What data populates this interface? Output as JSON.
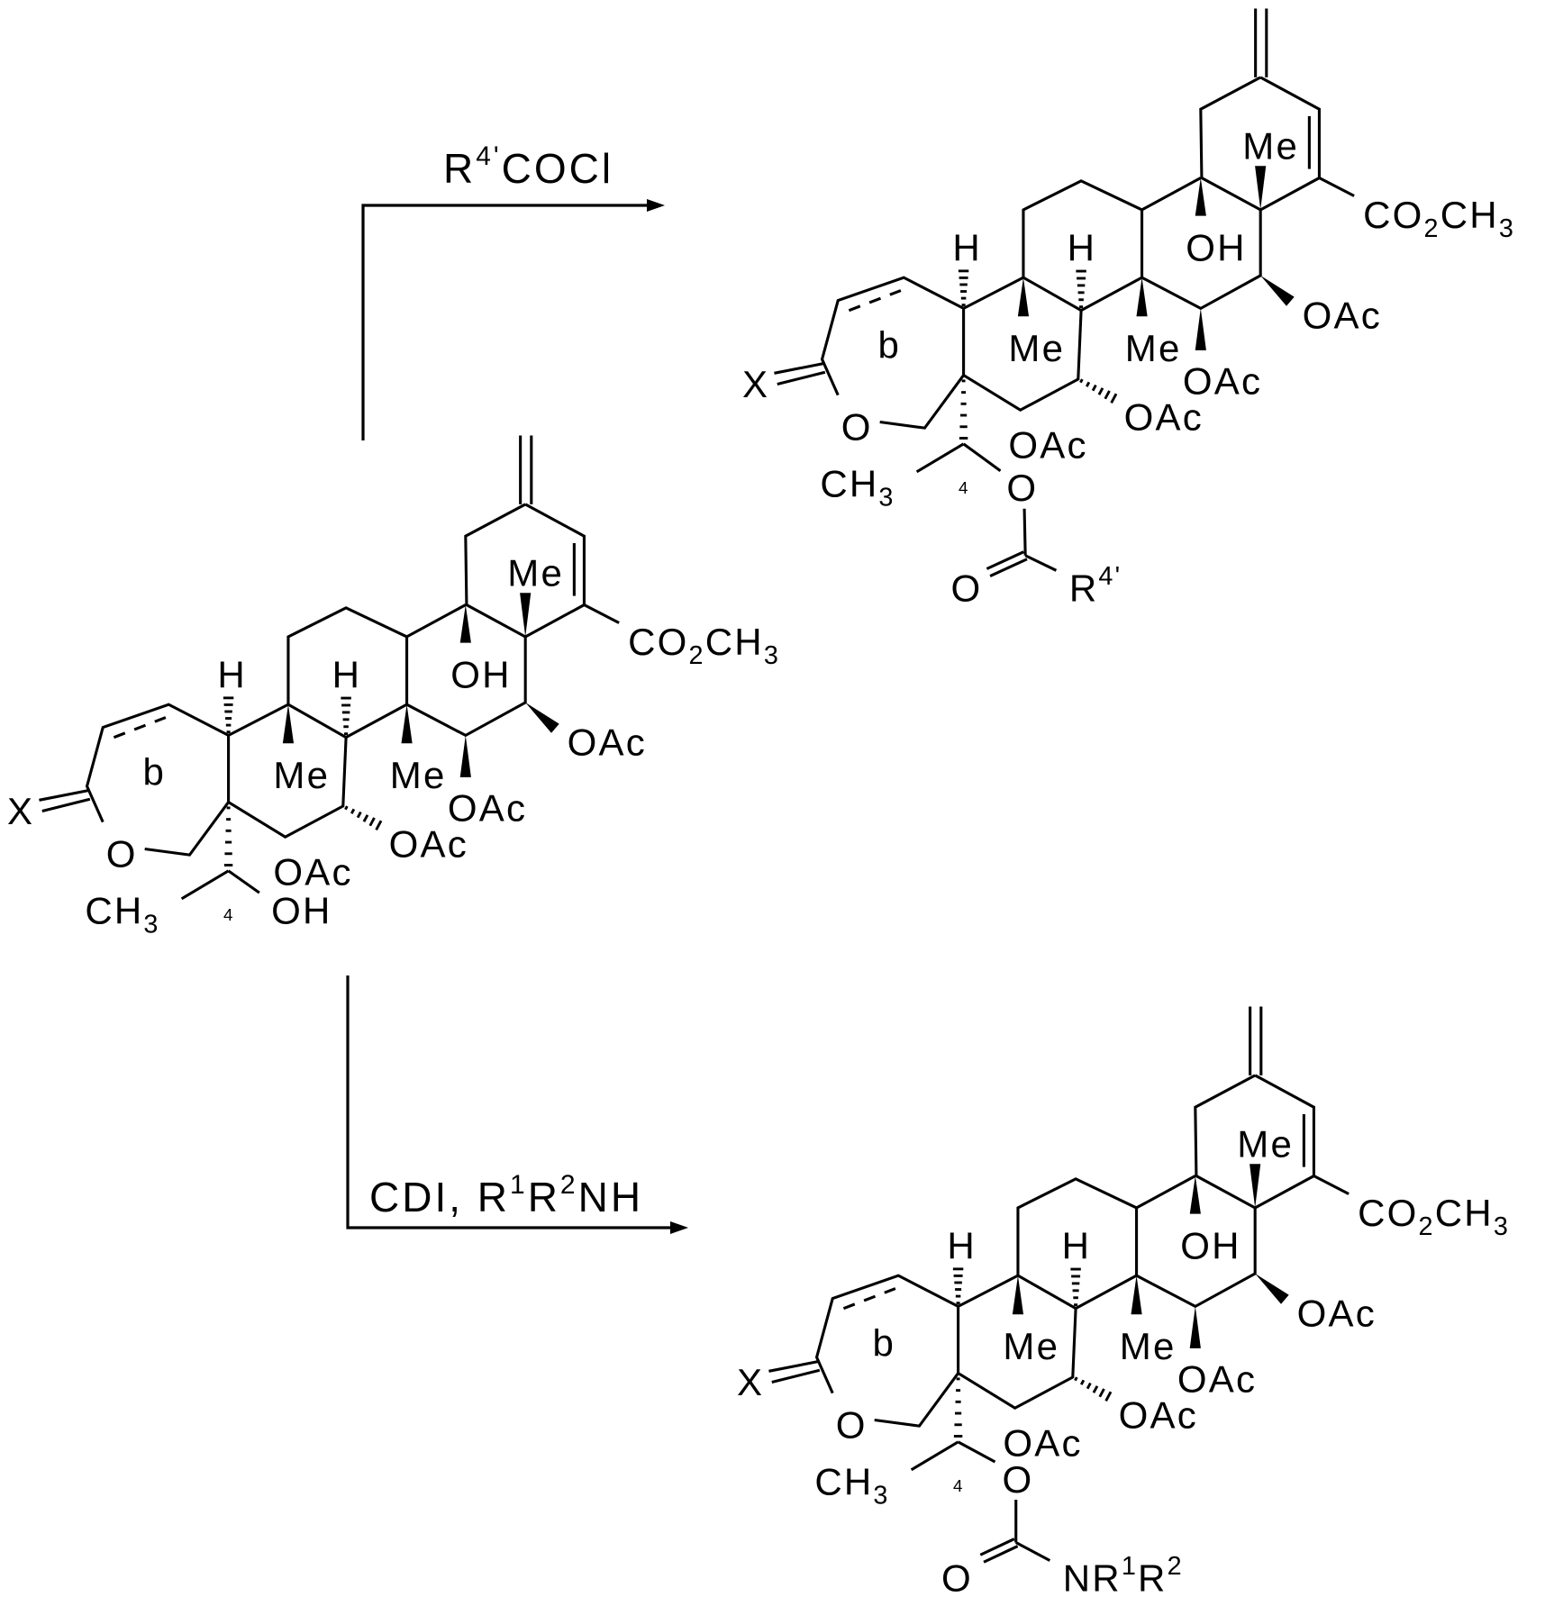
{
  "colors": {
    "ink": "#000000",
    "background": "#ffffff"
  },
  "reagents": {
    "acylation": {
      "r": "R",
      "r_sup": "4'",
      "rest": "COCl"
    },
    "carbamoylation": {
      "text1": "CDI, R",
      "sup1": "1",
      "text2": "R",
      "sup2": "2",
      "text3": "NH"
    }
  },
  "starting_material": {
    "labels": {
      "h_a": "H",
      "h_b": "H",
      "me_b": "Me",
      "me_c": "Me",
      "me_top": "Me",
      "oh": "OH",
      "oac": [
        "OAc",
        "OAc",
        "OAc",
        "OAc"
      ],
      "ester_co": "CO",
      "ester_sub2": "2",
      "ester_ch": "CH",
      "ester_sub3": "3",
      "x": "X",
      "ring_o": "O",
      "ring_b": "b",
      "methyl": "CH",
      "methyl_sub": "3",
      "position": "4"
    },
    "c4_group": {
      "oh": "OH"
    }
  },
  "product_ester": {
    "labels": {
      "h_a": "H",
      "h_b": "H",
      "me_b": "Me",
      "me_c": "Me",
      "me_top": "Me",
      "oh": "OH",
      "oac": [
        "OAc",
        "OAc",
        "OAc",
        "OAc"
      ],
      "ester_co": "CO",
      "ester_sub2": "2",
      "ester_ch": "CH",
      "ester_sub3": "3",
      "x": "X",
      "ring_o": "O",
      "ring_b": "b",
      "methyl": "CH",
      "methyl_sub": "3",
      "position": "4"
    },
    "c4_group": {
      "o": "O",
      "carbonyl_o": "O",
      "r": "R",
      "r_sup": "4'"
    }
  },
  "product_carbamate": {
    "labels": {
      "h_a": "H",
      "h_b": "H",
      "me_b": "Me",
      "me_c": "Me",
      "me_top": "Me",
      "oh": "OH",
      "oac": [
        "OAc",
        "OAc",
        "OAc",
        "OAc"
      ],
      "ester_co": "CO",
      "ester_sub2": "2",
      "ester_ch": "CH",
      "ester_sub3": "3",
      "x": "X",
      "ring_o": "O",
      "ring_b": "b",
      "methyl": "CH",
      "methyl_sub": "3",
      "position": "4"
    },
    "c4_group": {
      "o": "O",
      "carbonyl_o": "O",
      "n": "NR",
      "sup1": "1",
      "r": "R",
      "sup2": "2"
    }
  }
}
